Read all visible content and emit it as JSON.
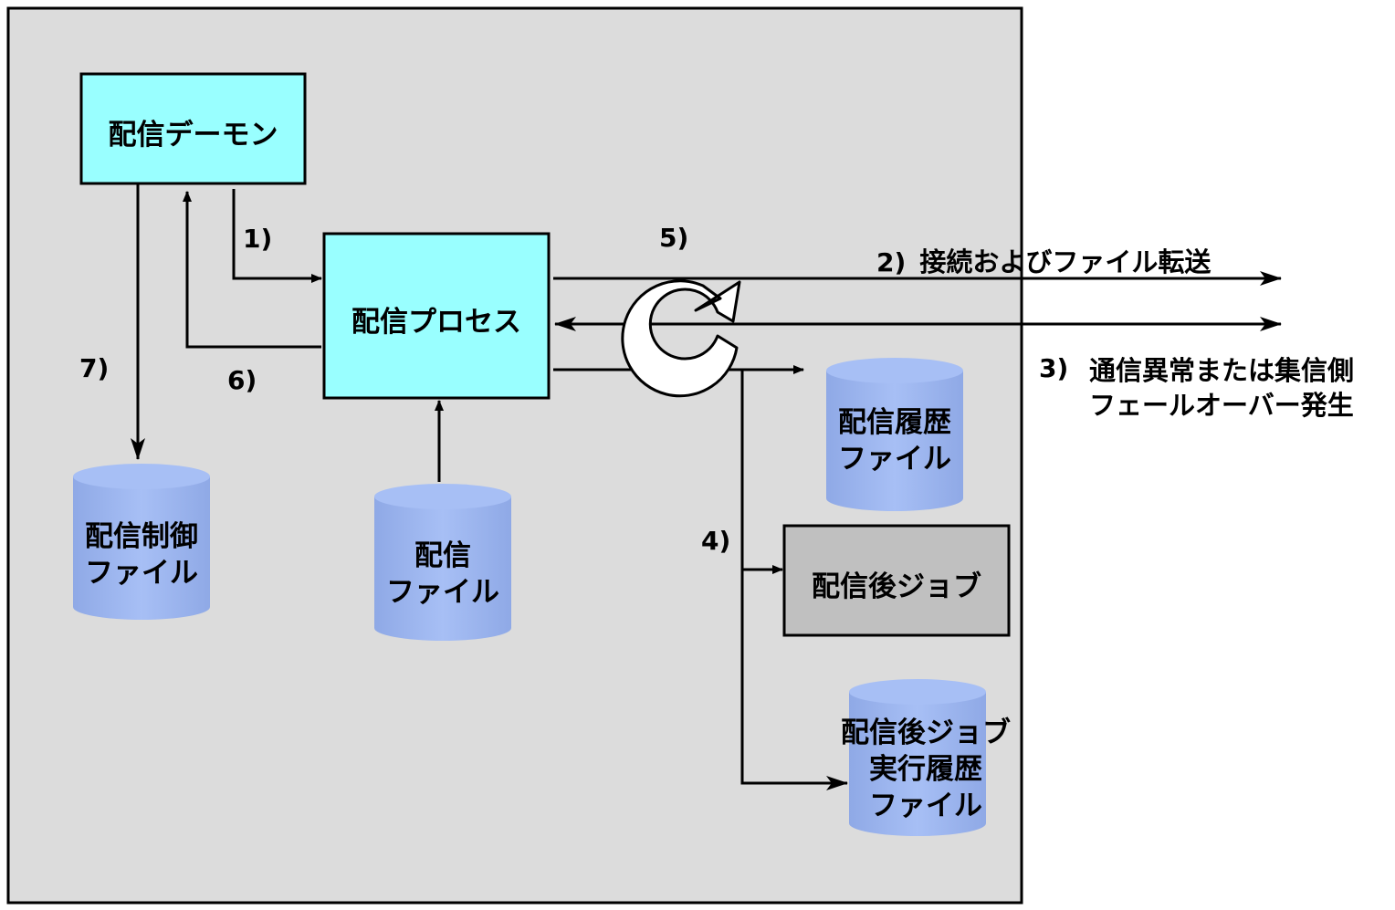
{
  "boxes": {
    "daemon": "配信デーモン",
    "process": "配信プロセス",
    "post_job": "配信後ジョブ"
  },
  "files": {
    "control": [
      "配信制御",
      "ファイル"
    ],
    "delivery": [
      "配信",
      "ファイル"
    ],
    "history": [
      "配信履歴",
      "ファイル"
    ],
    "post_job_history": [
      "配信後ジョブ",
      "実行履歴",
      "ファイル"
    ]
  },
  "steps": {
    "s1": "1)",
    "s2": "2)",
    "s3": "3)",
    "s4": "4)",
    "s5": "5)",
    "s6": "6)",
    "s7": "7)"
  },
  "external": {
    "transfer": "接続およびファイル転送",
    "error_line1": "通信異常または集信側",
    "error_line2": "フェールオーバー発生"
  },
  "colors": {
    "panel": "#dcdcdc",
    "box_cyan": "#99ffff",
    "box_gray": "#c0c0c0",
    "cylinder": "#99b3ee"
  }
}
